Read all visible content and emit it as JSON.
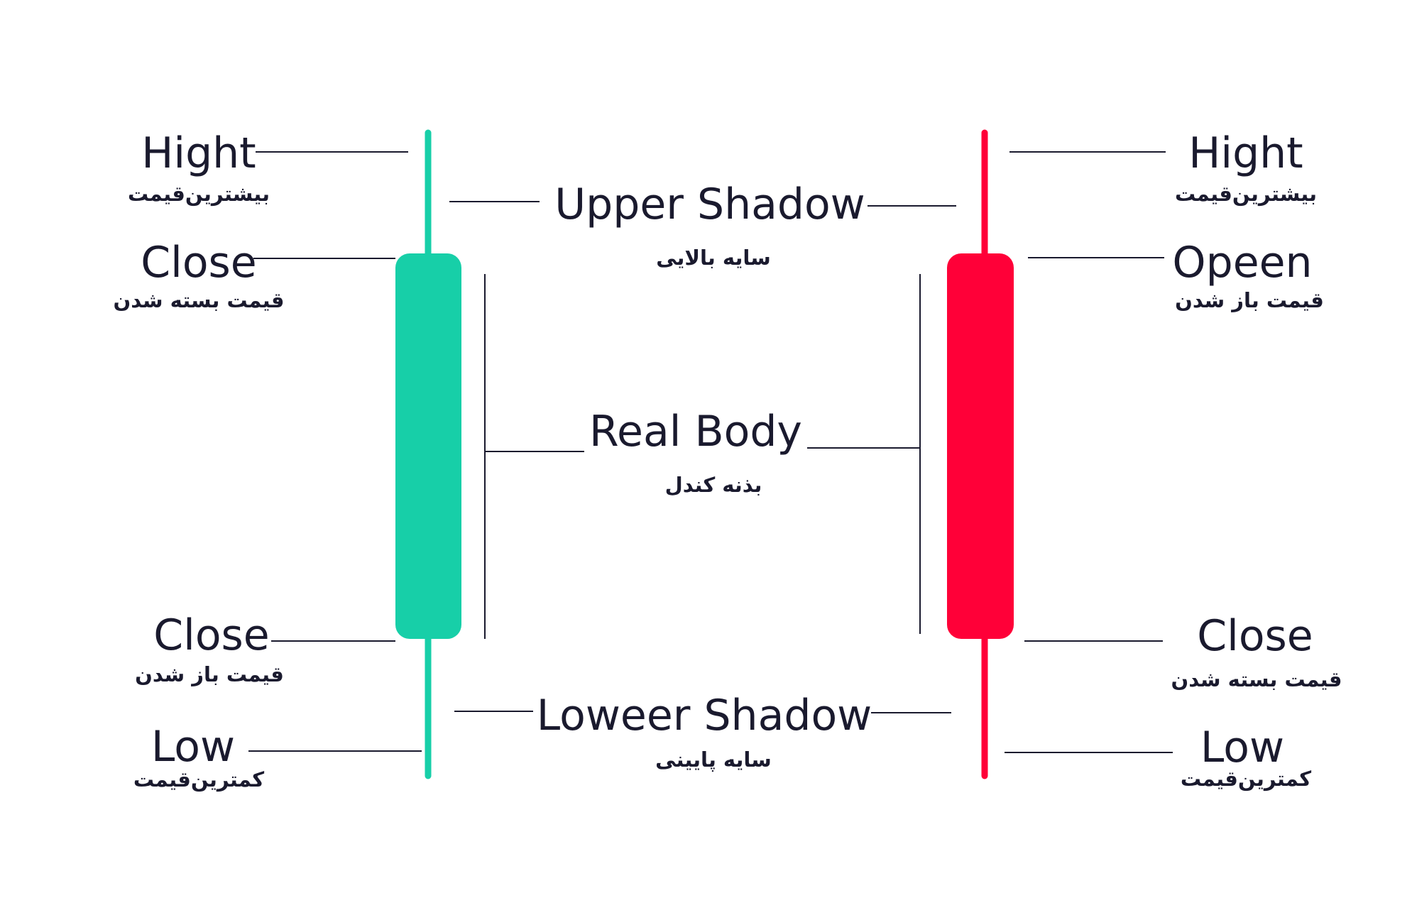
{
  "colors": {
    "bullish": "#17cfa8",
    "bearish": "#ff0038",
    "line": "#1a1a2e",
    "text": "#1a1a2e"
  },
  "bullish": {
    "high": {
      "en": "Hight",
      "fa": "بیشترین‌قیمت"
    },
    "close": {
      "en": "Close",
      "fa": "قیمت بسته شدن"
    },
    "open": {
      "en": "Close",
      "fa": "قیمت باز شدن"
    },
    "low": {
      "en": "Low",
      "fa": "کمترین‌قیمت"
    }
  },
  "bearish": {
    "high": {
      "en": "Hight",
      "fa": "بیشترین‌قیمت"
    },
    "open": {
      "en": "Opeen",
      "fa": "قیمت باز شدن"
    },
    "close": {
      "en": "Close",
      "fa": "قیمت بسته شدن"
    },
    "low": {
      "en": "Low",
      "fa": "کمترین‌قیمت"
    }
  },
  "center": {
    "upper_shadow": {
      "en": "Upper Shadow",
      "fa": "سایه بالایی"
    },
    "real_body": {
      "en": "Real Body",
      "fa": "بذنه کندل"
    },
    "lower_shadow": {
      "en": "Loweer Shadow",
      "fa": "سایه پایینی"
    }
  }
}
